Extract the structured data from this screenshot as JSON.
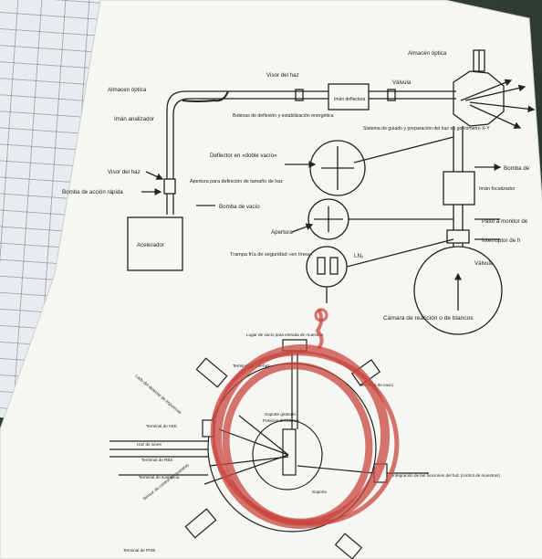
{
  "upper_diagram": {
    "labels": {
      "almacen_optica_top": "Almacén óptica",
      "visor_del_haz_top": "Visor del haz",
      "iman_deflectora": "Imán deflectora",
      "valvula_top": "Válvula",
      "almacen_optica_left": "Almacen óptica",
      "iman_analizador": "Imán analizador",
      "bobinas": "Bobinas de deflexión y estabilización energética",
      "sistema_guiado": "Sistema de guiado y preparación del haz en goniómetro X-Y",
      "deflector_vacio": "Deflector en «doble vacío»",
      "visor_del_haz_left": "Visor del haz",
      "apertura_definicion": "Apertura para definición de tamaño de haz",
      "bomba_accion_rapida": "Bomba de acción rápida",
      "bomba_vacio": "Bomba de vacío",
      "acelerador": "Acelerador",
      "aperture": "Apertura",
      "trampa_fria": "Trampa fría de seguridad «en línea»",
      "ln2": "LN₂",
      "bomba_right": "Bomba de",
      "iman_focalizador": "Imán focalizador",
      "paso_monitor": "Paso a monitor de",
      "interruptor": "Interruptor de h",
      "valvula_right": "Válvula",
      "camara": "Cámara de reacción o de blancos"
    }
  },
  "lower_diagram": {
    "labels": {
      "top_label": "Lugar de vacío para entrada de muestras",
      "terminal_tl": "Terminal de pre-haz",
      "lado_monitor": "Lado del detector de impurezas",
      "terminal_left1": "Terminal de AEE",
      "haz_left": "Haz de iones",
      "terminal_left2": "Terminal de RBS",
      "terminal_left3": "Terminal de sustancia",
      "sensor_left": "Sensor de control de muestras",
      "terminal_bottom": "Terminal de PIXE",
      "right_top": "Terminal de vacío",
      "right_mid": "Integración de las funciones del haz (control de muestras)",
      "center1": "Soporte giratorio",
      "center2": "Posición del blanco",
      "soporte": "Soporte"
    }
  }
}
